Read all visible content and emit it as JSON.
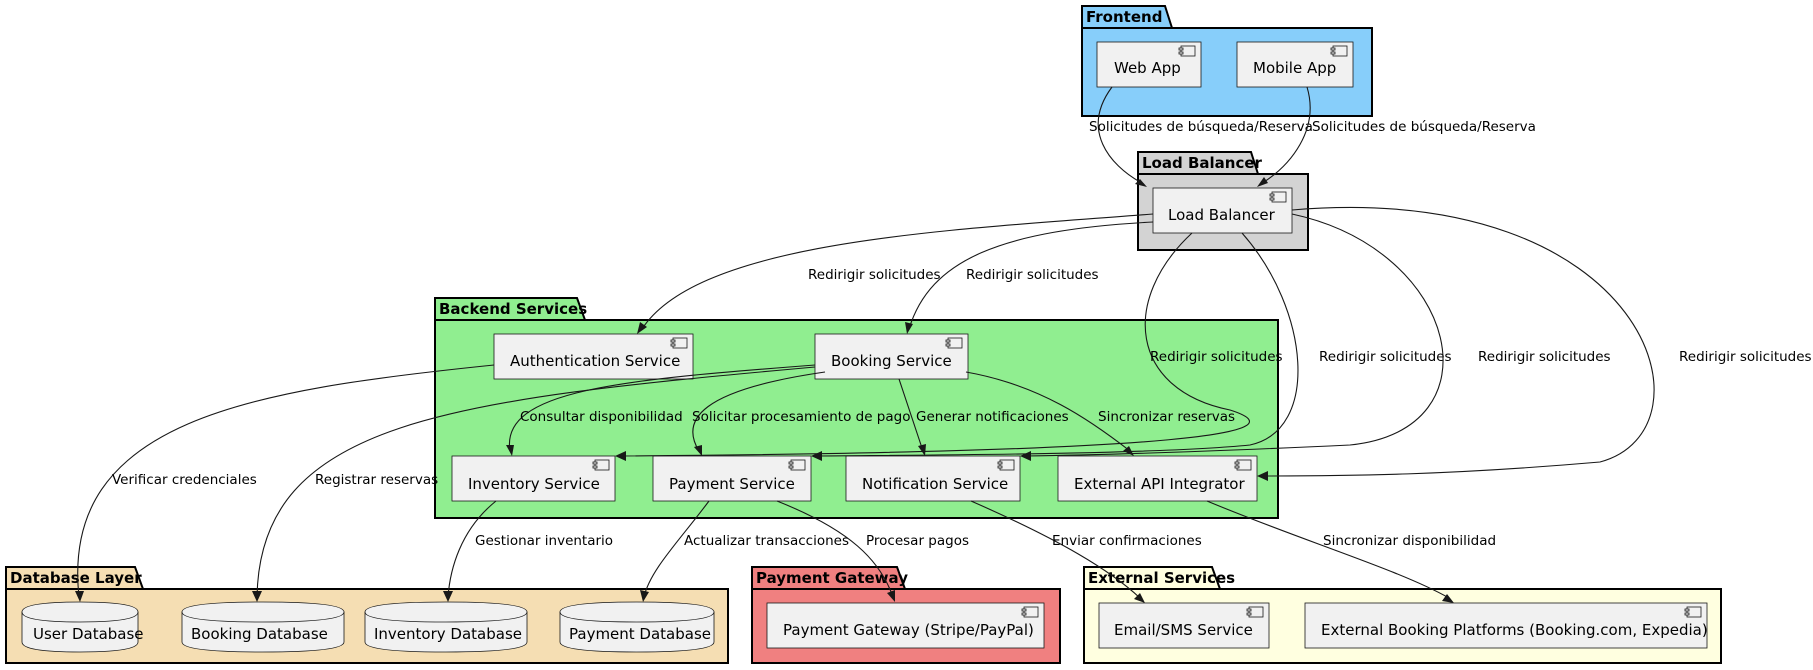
{
  "colors": {
    "frontend": "#87CEFA",
    "load_balancer": "#D3D3D3",
    "backend": "#90EE90",
    "database": "#F5DEB3",
    "payment": "#F08080",
    "external": "#FFFFE0"
  },
  "packages": {
    "frontend": "Frontend",
    "load_balancer": "Load Balancer",
    "backend": "Backend Services",
    "database": "Database Layer",
    "payment": "Payment Gateway",
    "external": "External Services"
  },
  "components": {
    "web_app": "Web App",
    "mobile_app": "Mobile App",
    "load_balancer": "Load Balancer",
    "auth_service": "Authentication Service",
    "booking_service": "Booking Service",
    "inventory_service": "Inventory Service",
    "payment_service": "Payment Service",
    "notification_service": "Notification Service",
    "external_api": "External API Integrator",
    "payment_gateway": "Payment Gateway (Stripe/PayPal)",
    "email_sms": "Email/SMS Service",
    "external_booking": "External Booking Platforms (Booking.com, Expedia)"
  },
  "databases": {
    "user_db": "User Database",
    "booking_db": "Booking Database",
    "inventory_db": "Inventory Database",
    "payment_db": "Payment Database"
  },
  "edges": {
    "web_to_lb": "Solicitudes de búsqueda/Reserva",
    "mobile_to_lb": "Solicitudes de búsqueda/Reserva",
    "lb_to_auth": "Redirigir solicitudes",
    "lb_to_booking": "Redirigir solicitudes",
    "lb_to_inventory": "Redirigir solicitudes",
    "lb_to_payment": "Redirigir solicitudes",
    "lb_to_notification": "Redirigir solicitudes",
    "lb_to_external": "Redirigir solicitudes",
    "booking_to_inventory": "Consultar disponibilidad",
    "booking_to_payment": "Solicitar procesamiento de pago",
    "booking_to_notification": "Generar notificaciones",
    "booking_to_external": "Sincronizar reservas",
    "auth_to_userdb": "Verificar credenciales",
    "booking_to_bookingdb": "Registrar reservas",
    "inventory_to_inventorydb": "Gestionar inventario",
    "payment_to_paymentdb": "Actualizar transacciones",
    "payment_to_gateway": "Procesar pagos",
    "notification_to_email": "Enviar confirmaciones",
    "external_to_platforms": "Sincronizar disponibilidad"
  }
}
